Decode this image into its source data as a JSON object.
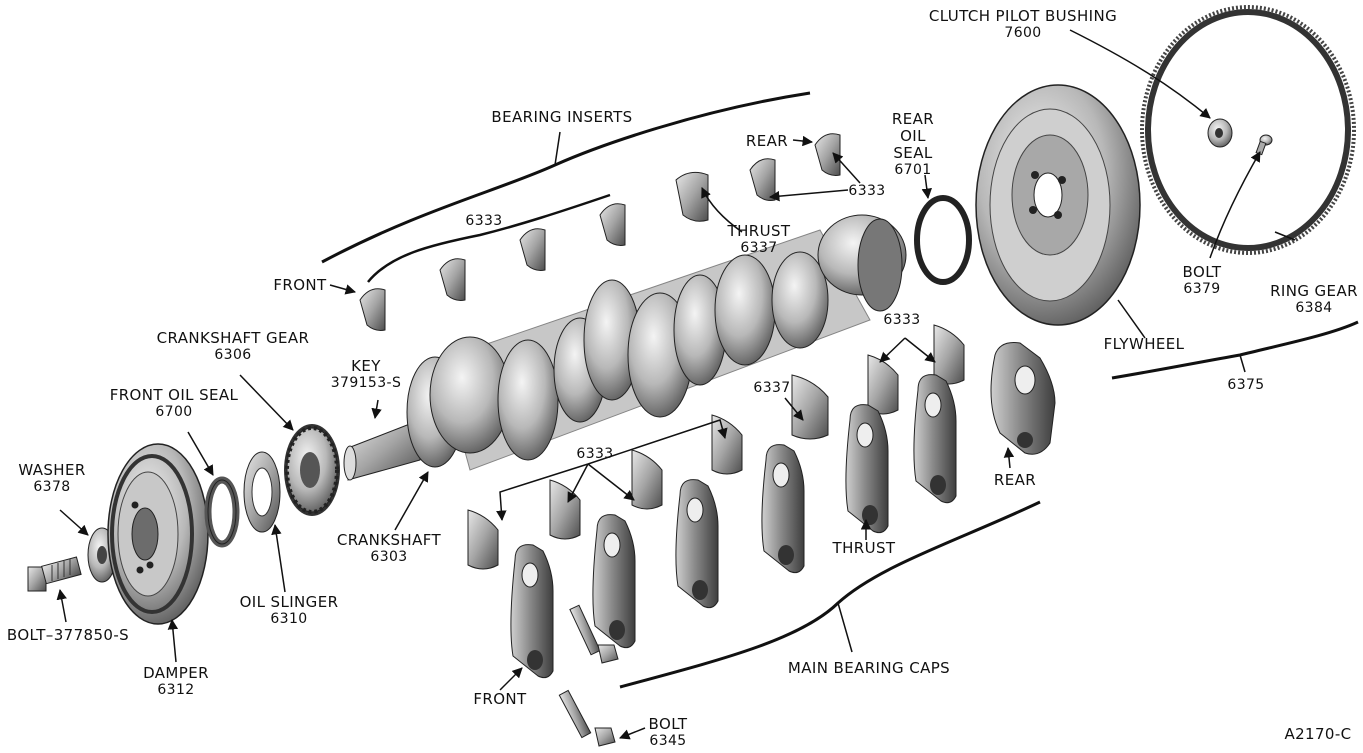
{
  "figure_id": "A2170-C",
  "labels": {
    "clutch_pilot_bushing": {
      "title": "CLUTCH PILOT BUSHING",
      "number": "7600"
    },
    "bearing_inserts": {
      "title": "BEARING INSERTS"
    },
    "rear_upper": {
      "title": "REAR"
    },
    "insert_6333_right": {
      "number": "6333"
    },
    "rear_oil_seal": {
      "title": "REAR OIL SEAL",
      "number": "6701"
    },
    "insert_6333_upper": {
      "number": "6333"
    },
    "thrust_upper": {
      "title": "THRUST",
      "number": "6337"
    },
    "front_upper": {
      "title": "FRONT"
    },
    "bolt_6379": {
      "title": "BOLT",
      "number": "6379"
    },
    "ring_gear": {
      "title": "RING GEAR",
      "number": "6384"
    },
    "flywheel": {
      "title": "FLYWHEEL"
    },
    "flywheel_assy": {
      "number": "6375"
    },
    "crankshaft_gear": {
      "title": "CRANKSHAFT GEAR",
      "number": "6306"
    },
    "key": {
      "title": "KEY",
      "number": "379153-S"
    },
    "front_oil_seal": {
      "title": "FRONT OIL SEAL",
      "number": "6700"
    },
    "insert_6333_lower_right": {
      "number": "6333"
    },
    "insert_6337_lower": {
      "number": "6337"
    },
    "insert_6333_lower_left": {
      "number": "6333"
    },
    "washer": {
      "title": "WASHER",
      "number": "6378"
    },
    "rear_lower": {
      "title": "REAR"
    },
    "crankshaft": {
      "title": "CRANKSHAFT",
      "number": "6303"
    },
    "thrust_lower": {
      "title": "THRUST"
    },
    "oil_slinger": {
      "title": "OIL SLINGER",
      "number": "6310"
    },
    "bolt_front": {
      "title": "BOLT–377850-S"
    },
    "damper": {
      "title": "DAMPER",
      "number": "6312"
    },
    "main_bearing_caps": {
      "title": "MAIN BEARING CAPS"
    },
    "front_lower": {
      "title": "FRONT"
    },
    "bolt_6345": {
      "title": "BOLT",
      "number": "6345"
    }
  }
}
